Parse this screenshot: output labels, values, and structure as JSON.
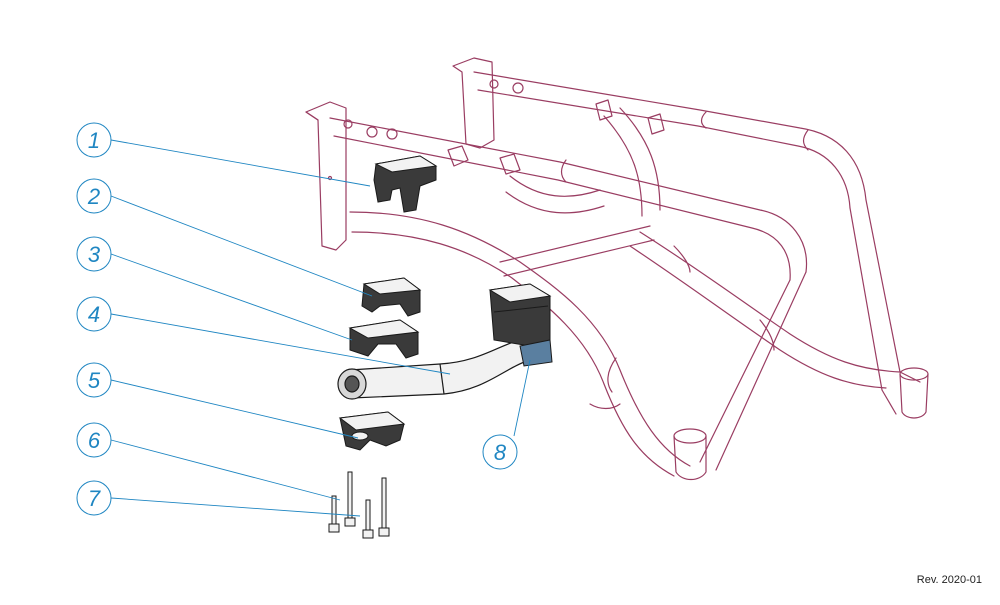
{
  "colors": {
    "frame": "#9a3d62",
    "callout": "#1f86c2",
    "part_dark": "#1a1a1a",
    "part_light": "#f2f2f2"
  },
  "callouts": [
    {
      "number": "1"
    },
    {
      "number": "2"
    },
    {
      "number": "3"
    },
    {
      "number": "4"
    },
    {
      "number": "5"
    },
    {
      "number": "6"
    },
    {
      "number": "7"
    },
    {
      "number": "8"
    }
  ],
  "revision": "Rev. 2020-01"
}
